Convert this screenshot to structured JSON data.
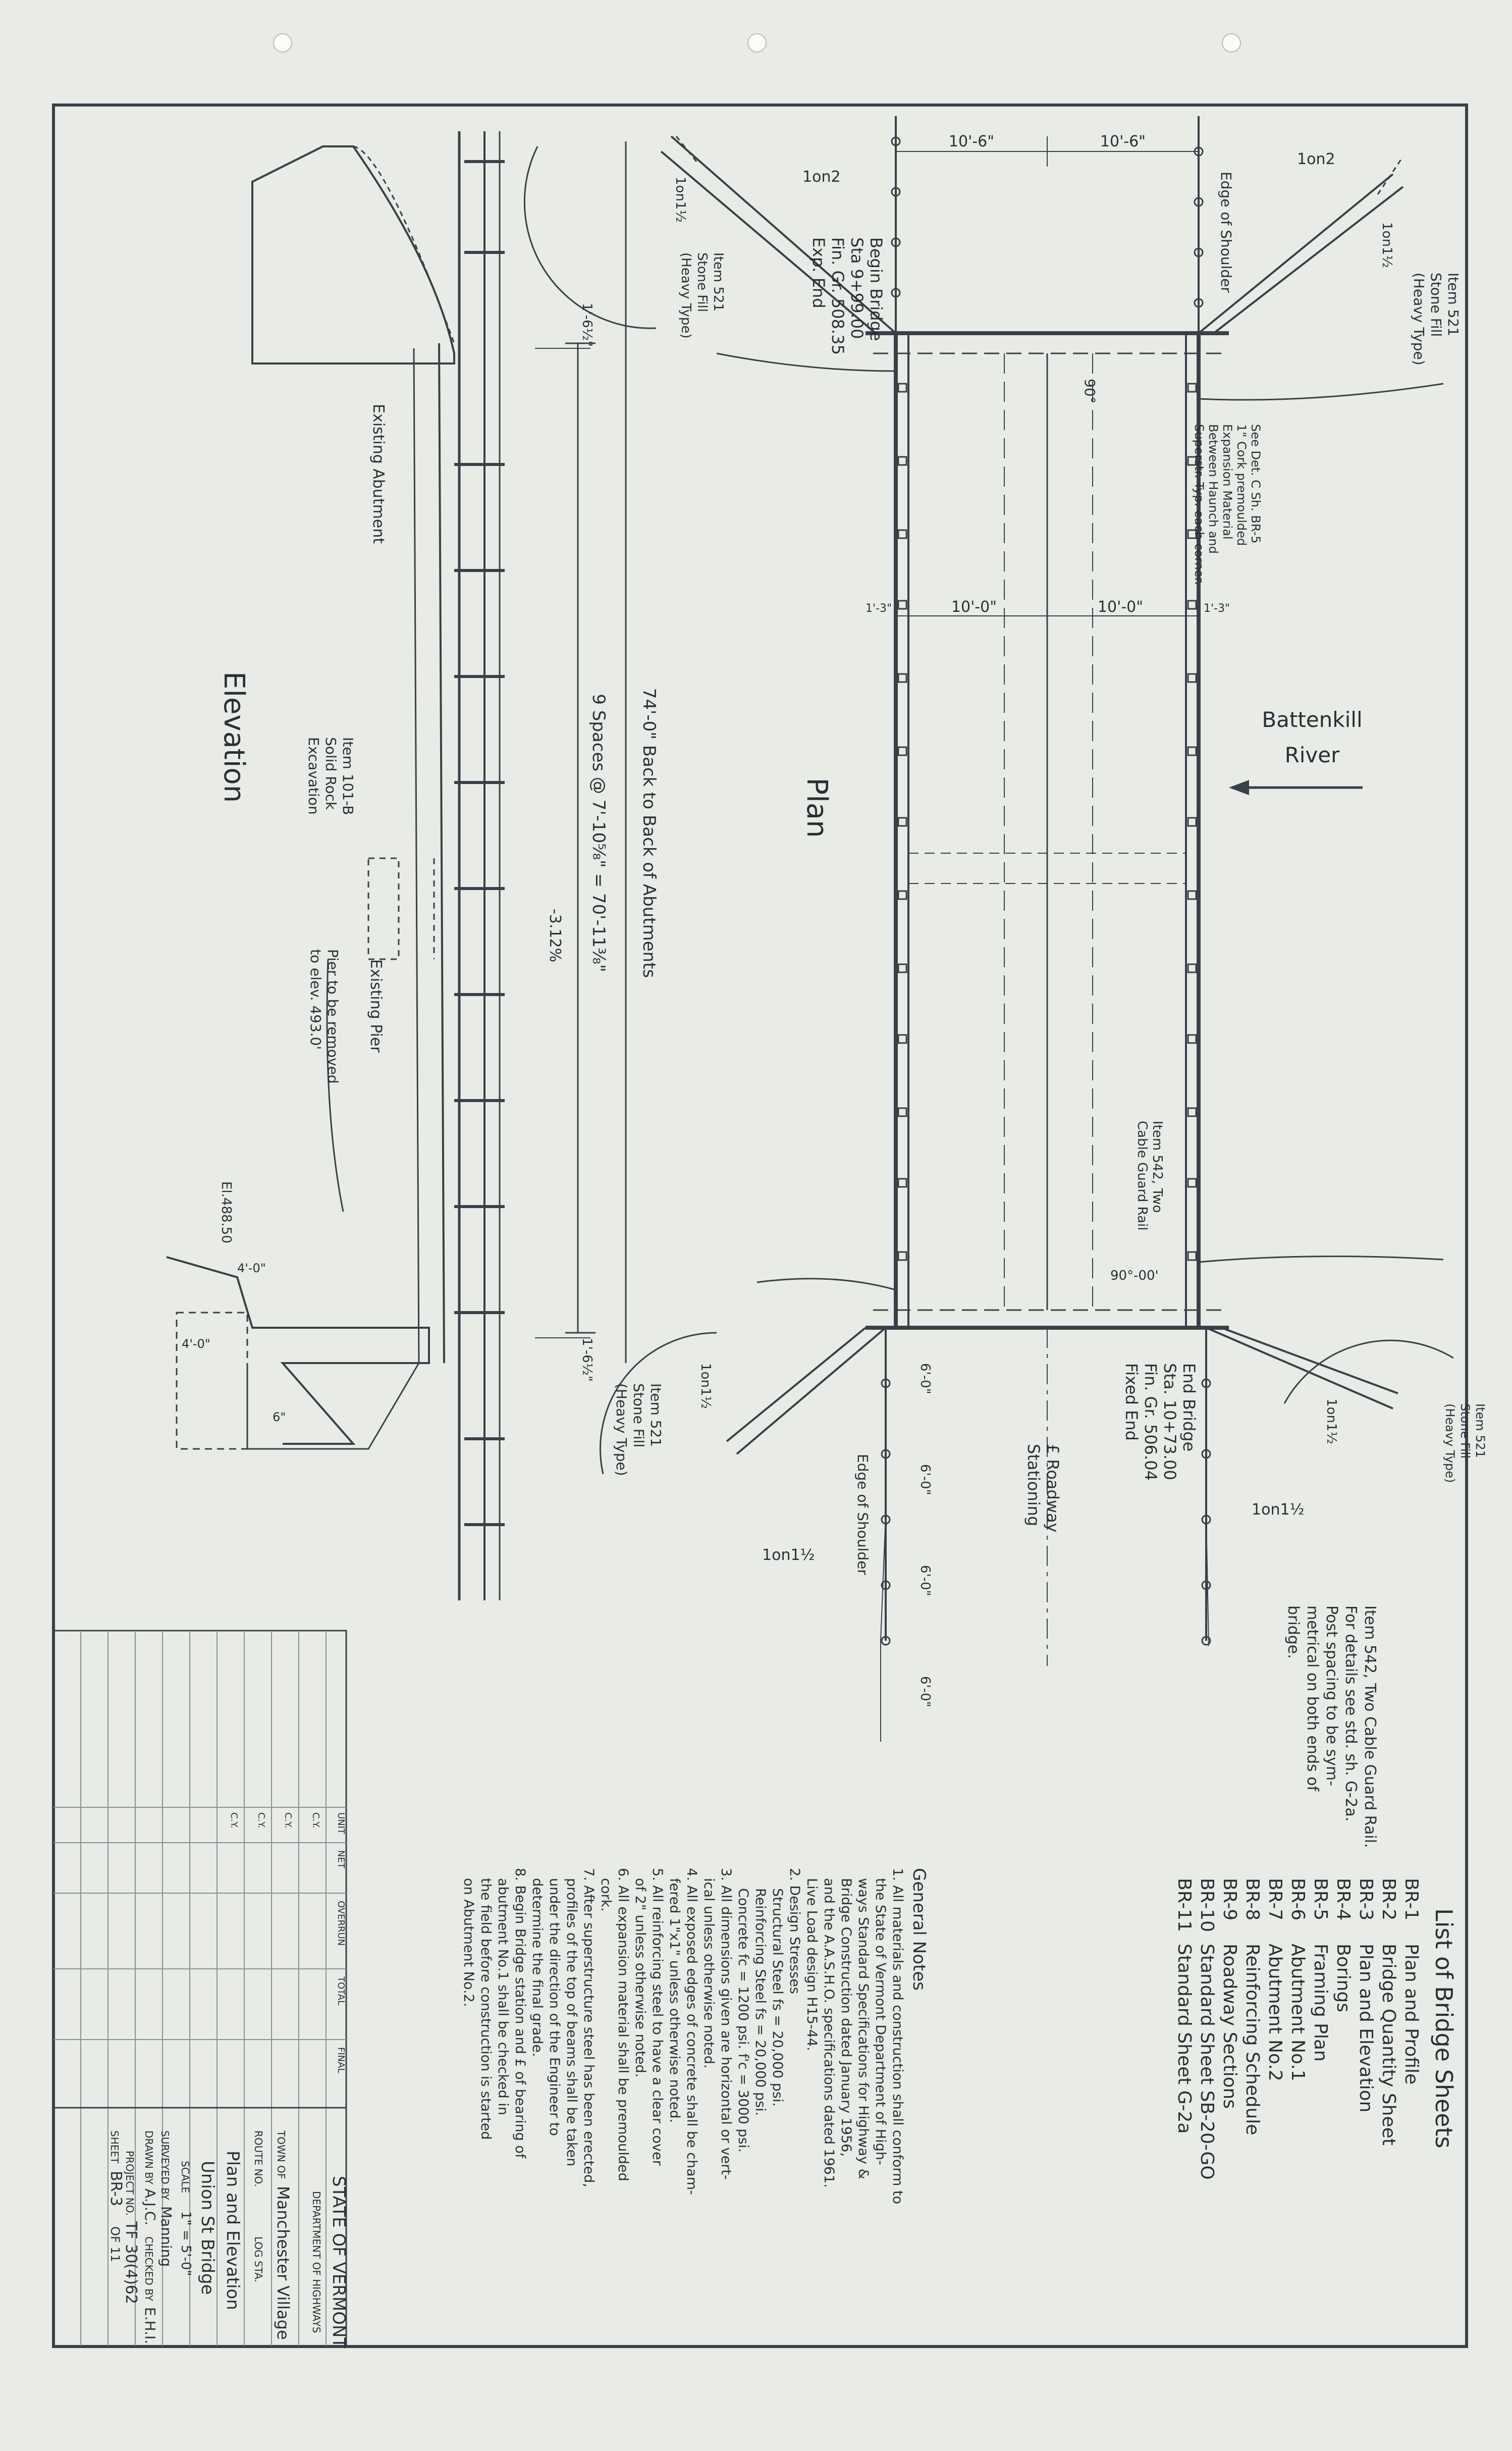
{
  "bridge_sheets": {
    "heading": "List of Bridge Sheets",
    "rows": [
      {
        "code": "BR-1",
        "title": "Plan and Profile"
      },
      {
        "code": "BR-2",
        "title": "Bridge Quantity Sheet"
      },
      {
        "code": "BR-3",
        "title": "Plan and Elevation"
      },
      {
        "code": "BR-4",
        "title": "Borings"
      },
      {
        "code": "BR-5",
        "title": "Framing Plan"
      },
      {
        "code": "BR-6",
        "title": "Abutment No.1"
      },
      {
        "code": "BR-7",
        "title": "Abutment No.2"
      },
      {
        "code": "BR-8",
        "title": "Reinforcing Schedule"
      },
      {
        "code": "BR-9",
        "title": "Roadway Sections"
      },
      {
        "code": "BR-10",
        "title": "Standard Sheet SB-20-GO"
      },
      {
        "code": "BR-11",
        "title": "Standard Sheet G-2a"
      }
    ]
  },
  "general_notes": {
    "heading": "General Notes",
    "lines": [
      "1. All materials and construction shall conform to",
      "the State of Vermont Department of High-",
      "ways Standard Specifications for Highway &",
      "Bridge Construction dated January 1956,",
      "and the A.A.S.H.O. specifications dated 1961.",
      "Live Load design H15-44.",
      "2. Design Stresses",
      "Structural Steel        fs = 20,000 psi.",
      "Reinforcing Steel      fs = 20,000 psi.",
      "Concrete  fc = 1200 psi.  f'c = 3000 psi.",
      "3. All dimensions given are horizontal or vert-",
      "ical unless otherwise noted.",
      "4. All exposed edges of concrete shall be cham-",
      "fered 1\"x1\" unless otherwise noted.",
      "5. All reinforcing steel to have a clear cover",
      "of 2\" unless otherwise noted.",
      "6. All expansion material shall be premoulded",
      "cork.",
      "7. After superstructure steel has been erected,",
      "profiles of the top of beams shall be taken",
      "under the direction of the Engineer to",
      "determine the final grade.",
      "8. Begin Bridge station and £ of bearing of",
      "abutment No.1 shall be checked in",
      "the field before construction is started",
      "on Abutment No.2."
    ]
  },
  "title_block": {
    "state": "STATE OF VERMONT",
    "department": "DEPARTMENT OF HIGHWAYS",
    "town_label": "TOWN OF",
    "town": "Manchester Village",
    "route_label": "ROUTE NO.",
    "log_sta": "LOG STA.",
    "title1": "Plan and Elevation",
    "title2": "Union St Bridge",
    "scale_label": "SCALE",
    "scale": "1\" = 5'-0\"",
    "surveyed_label": "SURVEYED BY",
    "surveyed": "Manning",
    "drawn_label": "DRAWN BY",
    "drawn": "A.J.C.",
    "checked_label": "CHECKED BY",
    "checked": "E.H.I.",
    "project_label": "PROJECT NO.",
    "project": "TF 30(4)62",
    "sheet_label": "SHEET",
    "sheet": "BR-3",
    "sheet_of": "OF 11"
  },
  "quantity_table": {
    "headers": [
      "UNIT",
      "NET",
      "OVERRUN",
      "TOTAL",
      "FINAL"
    ],
    "rows": [
      "C.Y.",
      "C.Y.",
      "C.Y.",
      "C.Y."
    ]
  },
  "plan": {
    "view_title": "Plan",
    "river_name": "Battenkill",
    "river_word": "River",
    "width_dims": [
      "10'-6\"",
      "10'-6\""
    ],
    "mid_dims": [
      "1'-3\"",
      "10'-0\"",
      "10'-0\"",
      "1'-3\""
    ],
    "edge_of_shoulder": "Edge of Shoulder",
    "slope_label": "1on2",
    "slope_label2": "1on1½",
    "stone_fill": [
      "Item 521",
      "Stone Fill",
      "(Heavy Type)"
    ],
    "begin_bridge": [
      "Begin Bridge",
      "Sta 9+99.00",
      "Fin. Gr. 508.35",
      "Exp. End"
    ],
    "end_bridge": [
      "End Bridge",
      "Sta. 10+73.00",
      "Fin. Gr. 506.04",
      "Fixed End"
    ],
    "roadway_label": "£ Roadway",
    "stationing": "Stationing",
    "see_detail": [
      "See Det. C Sh. BR-5",
      "1\" Cork premoulded",
      "Expansion Material",
      "Between Haunch and",
      "Superstr. Typ. each corner."
    ],
    "guard_rail_item": [
      "Item 542, Two",
      "Cable Guard Rail"
    ],
    "guard_rail_note": [
      "Item 542, Two Cable Guard Rail.",
      "For details see std. sh. G-2a.",
      "Post spacing to be sym-",
      "metrical on both ends of",
      "bridge."
    ],
    "angle1": "90°",
    "angle2": "90°-00'",
    "post_spacing": [
      "6'-0\"",
      "6'-0\"",
      "6'-0\"",
      "6'-0\""
    ]
  },
  "elevation": {
    "view_title": "Elevation",
    "overall": "74'-0\" Back to Back of Abutments",
    "spaces": "9 Spaces @ 7'-10⅝\" = 70'-11⅜\"",
    "end_dims": [
      "1'-6½\"",
      "1'-6½\""
    ],
    "grade": "-3.12%",
    "existing_abutment": "Existing Abutment",
    "rock_excavation": [
      "Item 101-B",
      "Solid Rock",
      "Excavation"
    ],
    "existing_pier": "Existing Pier",
    "pier_removed": [
      "Pier to be removed",
      "to elev. 493.0'"
    ],
    "elev_mark": "El.488.50",
    "footing_dims": [
      "4'-0\"",
      "4'-0\"",
      "6\""
    ]
  },
  "colors": {
    "paper": "#e9ebe6",
    "ink": "#2a2f36",
    "grid": "#c6ccd2"
  }
}
